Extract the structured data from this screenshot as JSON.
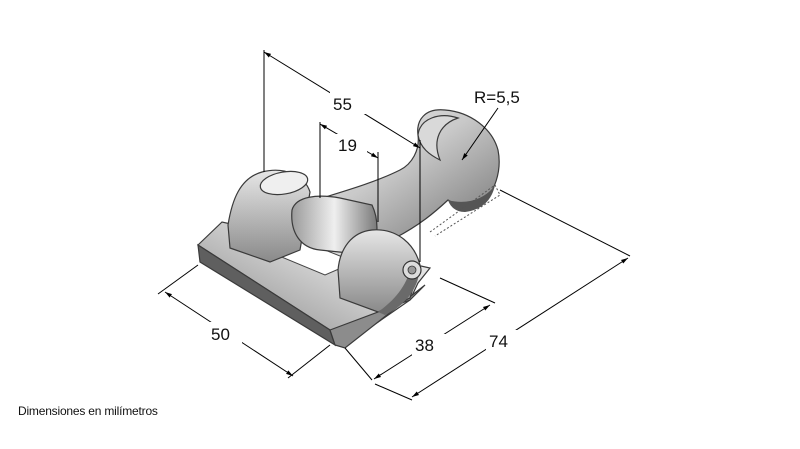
{
  "dimensions": {
    "d55": "55",
    "d19": "19",
    "radius": "R=5,5",
    "d50": "50",
    "d38": "38",
    "d74": "74"
  },
  "footer": {
    "note": "Dimensiones en milímetros"
  }
}
